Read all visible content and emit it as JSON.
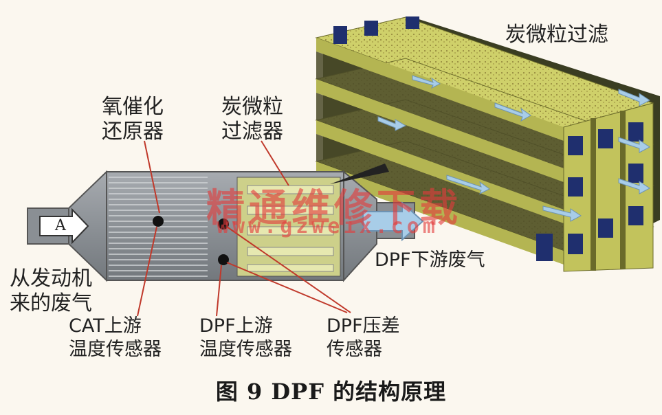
{
  "labels": {
    "catalyst": "氧催化\n还原器",
    "dpf_filter": "炭微粒\n过滤器",
    "carbon_filter": "炭微粒过滤",
    "engine_exhaust": "从发动机\n来的废气",
    "cat_upstream_sensor": "CAT上游\n温度传感器",
    "dpf_upstream_sensor": "DPF上游\n温度传感器",
    "dpf_pressure_sensor": "DPF压差\n传感器",
    "dpf_downstream": "DPF下游废气",
    "inlet_letter": "A"
  },
  "watermark": {
    "chinese": "精通维修下载",
    "url": "www.gzweix.com"
  },
  "caption": "图 9   DPF 的结构原理",
  "colors": {
    "housing": "#8f9499",
    "honeycomb": "#c9cc66",
    "plug": "#1f2f6e",
    "arrow": "#9fc6e6",
    "watermark": "#e23c3c"
  }
}
